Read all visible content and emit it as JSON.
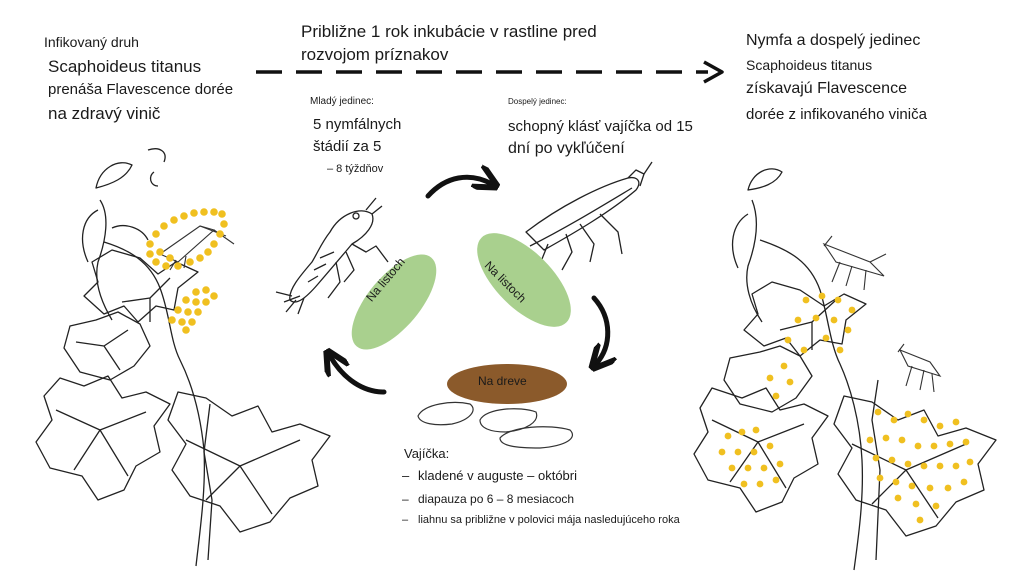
{
  "left_block": {
    "caption": "Infikovaný druh",
    "line1": "Scaphoideus titanus",
    "line2": "prenáša Flavescence dorée",
    "line3": "na zdravý vinič"
  },
  "top_block": {
    "line1": "Približne 1 rok inkubácie v rastline pred",
    "line2": "rozvojom príznakov"
  },
  "right_block": {
    "line1": "Nymfa a dospelý jedinec",
    "line2": "Scaphoideus titanus",
    "line3": "získavajú Flavescence",
    "line4": "dorée z infikovaného viniča"
  },
  "young": {
    "caption": "Mladý jedinec:",
    "line1": "5 nymfálnych",
    "line2": "štádií za 5",
    "line3": "– 8 týždňov"
  },
  "adult": {
    "caption": "Dospelý jedinec:",
    "line1": "schopný klásť vajíčka od 15",
    "line2": "dní po vykľúčení"
  },
  "stages": {
    "leaves_1": "Na listoch",
    "leaves_2": "Na listoch",
    "wood": "Na dreve"
  },
  "eggs": {
    "title": "Vajíčka:",
    "bullet_glyph": "–",
    "items": [
      "kladené v auguste – októbri",
      "diapauza po 6 – 8 mesiacoch",
      "liahnu sa približne v polovici mája nasledujúceho roka"
    ]
  },
  "colors": {
    "leaf_green": "#a9d08e",
    "wood_brown": "#8b5a2b",
    "egg_yellow": "#f0c020",
    "ink": "#1a1a1a"
  },
  "icons": [
    "grapevine-drawing",
    "leafhopper-nymph-drawing",
    "leafhopper-adult-drawing",
    "egg-drawing",
    "cycle-arrow",
    "dashed-arrow"
  ]
}
